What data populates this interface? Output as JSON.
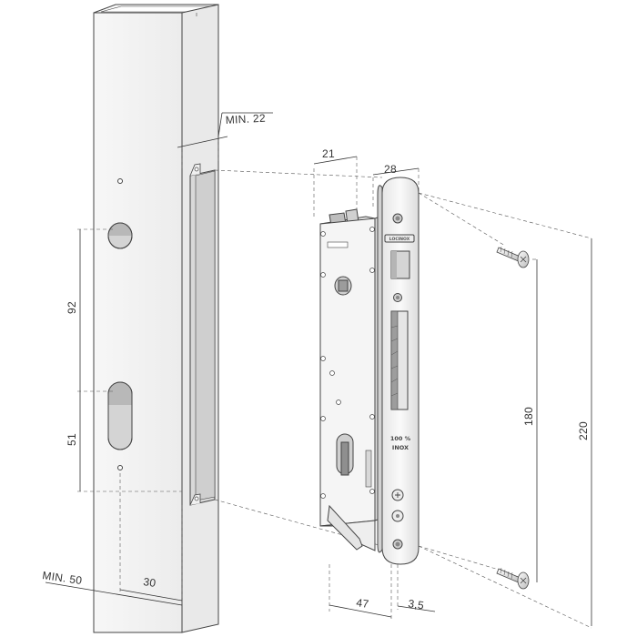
{
  "dimensions": {
    "min_22": "MIN. 22",
    "d21": "21",
    "d28": "28",
    "d92": "92",
    "d51": "51",
    "d180": "180",
    "d220": "220",
    "min_50": "MIN. 50",
    "d30": "30",
    "d47": "47",
    "d3_5": "3,5"
  },
  "lock": {
    "brand_text": "LOCINOX",
    "material_line1": "100 %",
    "material_line2": "INOX"
  },
  "colors": {
    "line": "#444444",
    "face": "#f4f4f4",
    "shade": "#e2e2e2",
    "dark": "#9a9a9a"
  }
}
